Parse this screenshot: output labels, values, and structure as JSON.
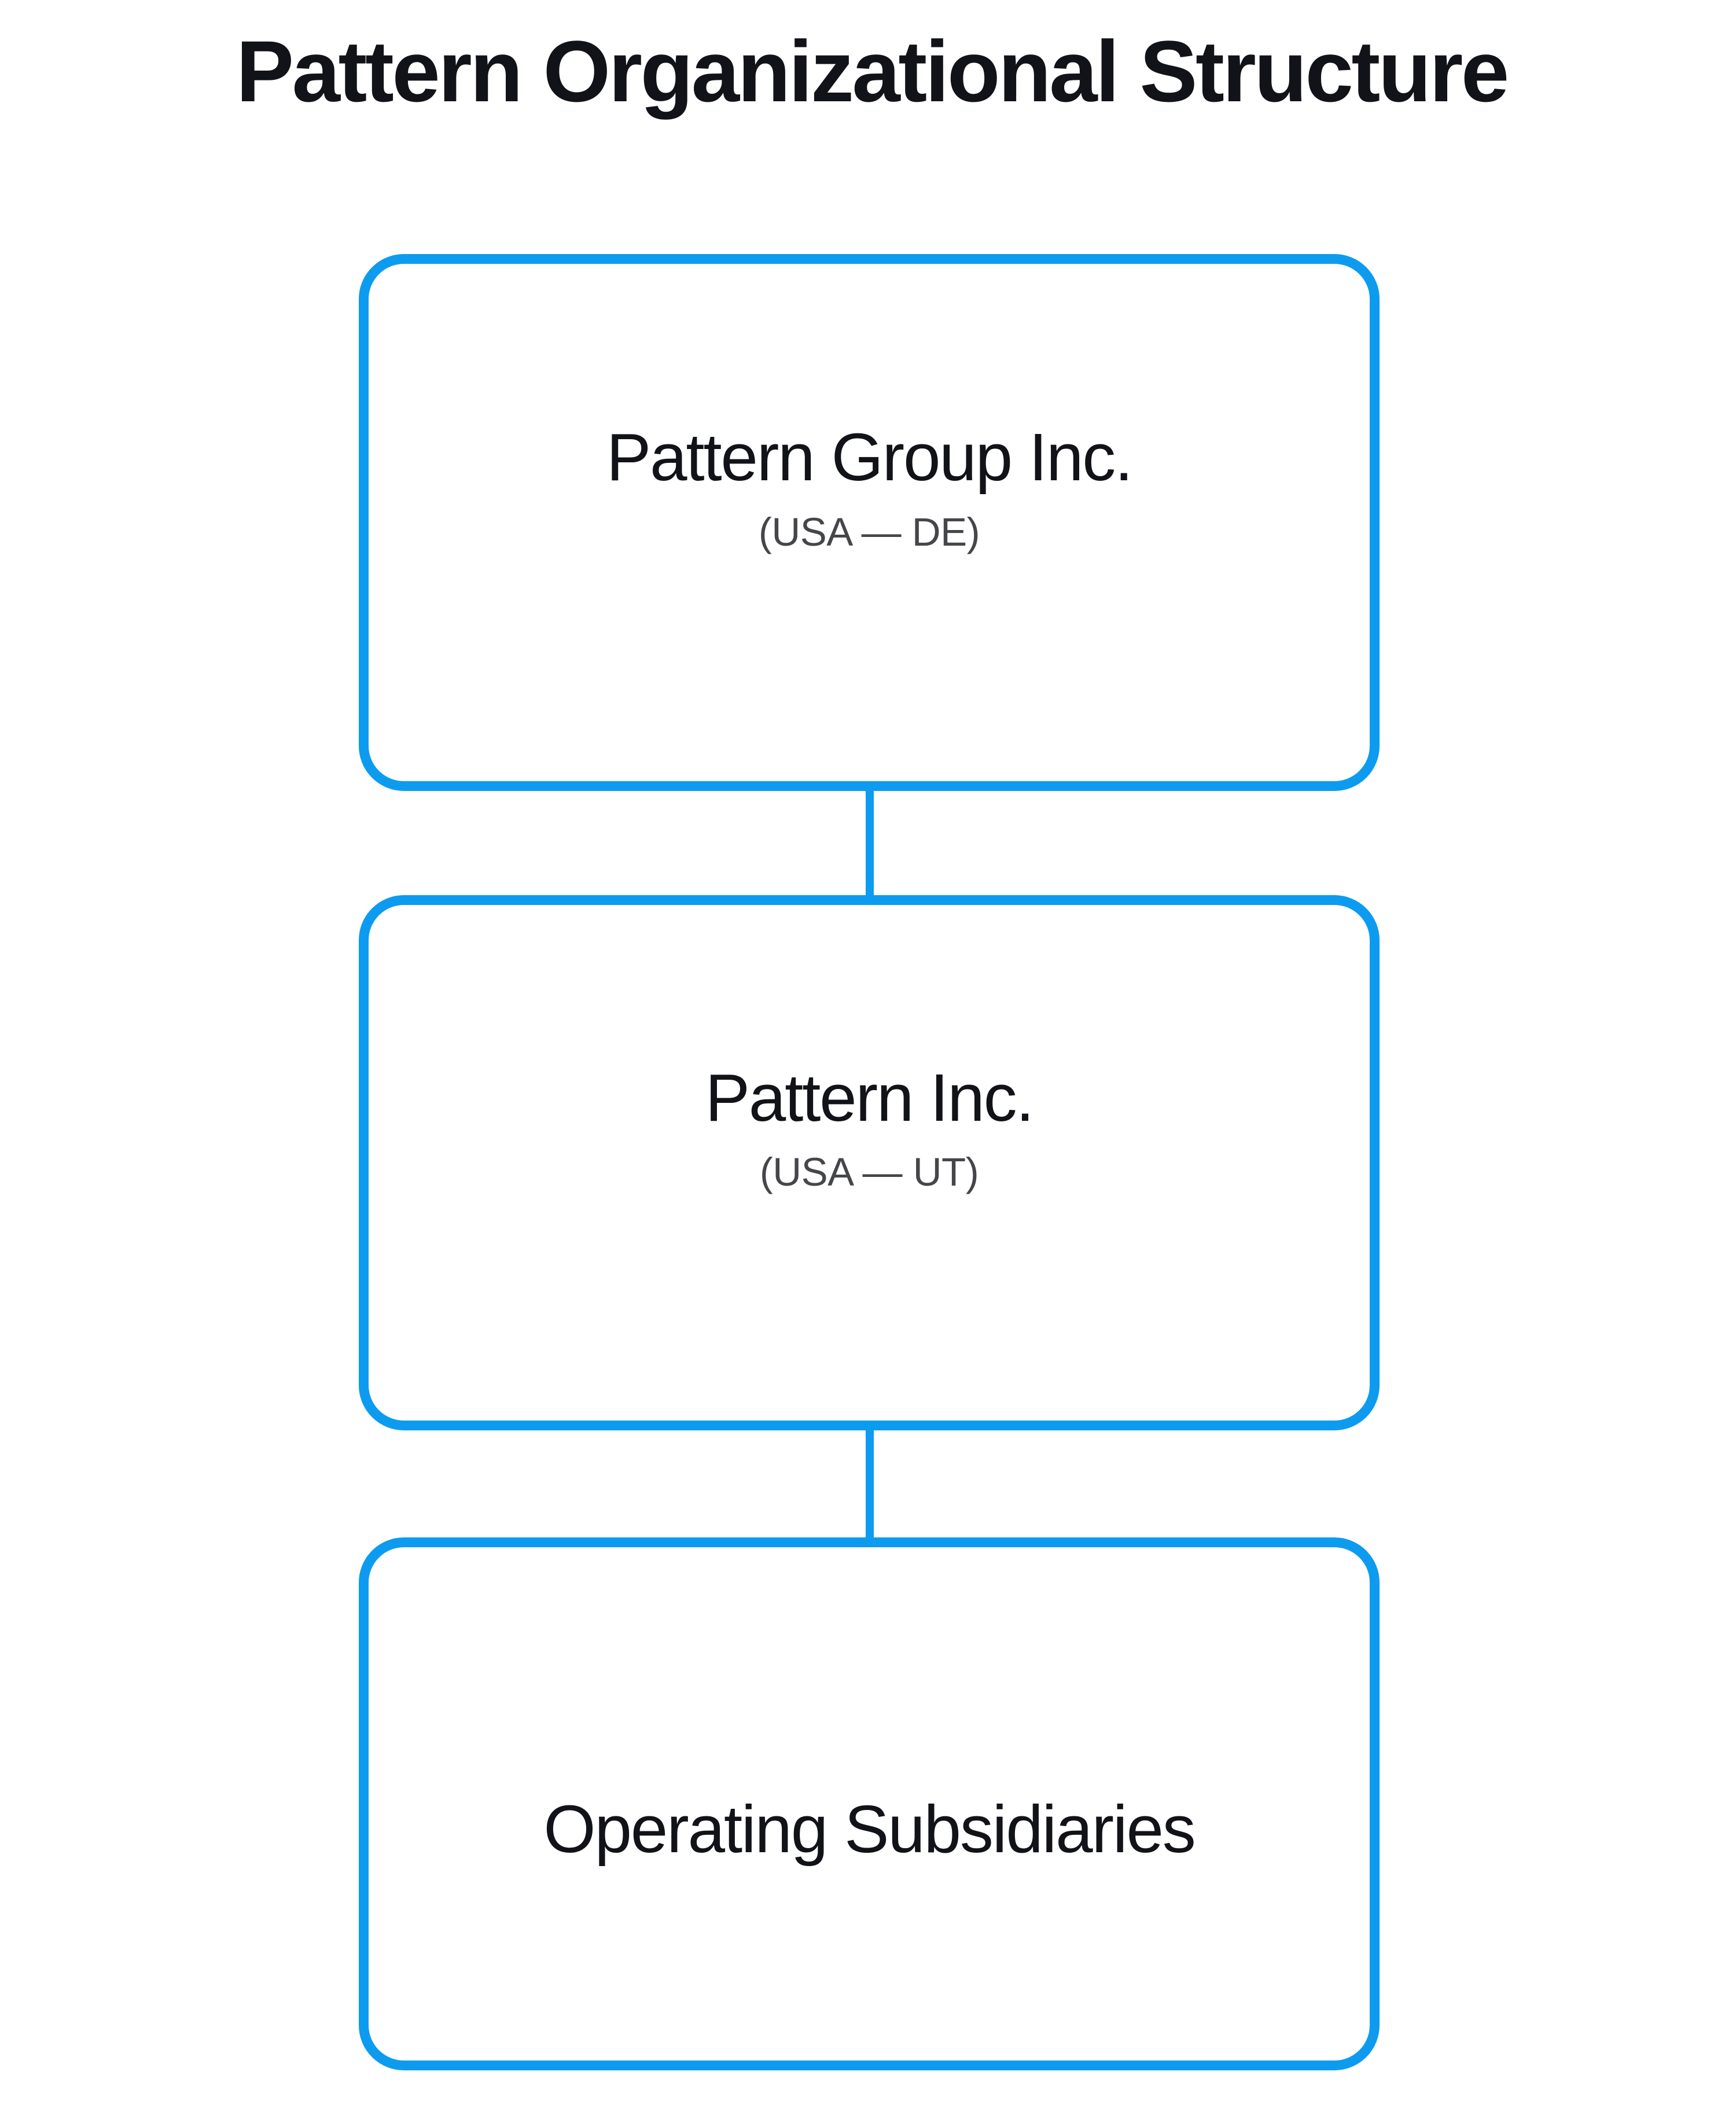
{
  "page": {
    "title": "Pattern Organizational Structure",
    "background_color": "#ffffff",
    "title_color": "#111318"
  },
  "theme": {
    "accent_color": "#0D9BF0",
    "node_border_color": "#0D9BF0",
    "node_fill_color": "#ffffff",
    "node_title_color": "#111318",
    "node_subtitle_color": "#45464a",
    "connector_color": "#0D9BF0"
  },
  "chart_data": {
    "type": "diagram",
    "diagram_kind": "organizational-hierarchy",
    "title": "Pattern Organizational Structure",
    "orientation": "vertical",
    "nodes": [
      {
        "id": "pattern-group-inc",
        "level": 0,
        "label": "Pattern Group Inc.",
        "sublabel": "(USA — DE)",
        "jurisdiction_country": "USA",
        "jurisdiction_state": "DE"
      },
      {
        "id": "pattern-inc",
        "level": 1,
        "label": "Pattern Inc.",
        "sublabel": "(USA — UT)",
        "jurisdiction_country": "USA",
        "jurisdiction_state": "UT"
      },
      {
        "id": "operating-subsidiaries",
        "level": 2,
        "label": "Operating Subsidiaries",
        "sublabel": "",
        "jurisdiction_country": "",
        "jurisdiction_state": ""
      }
    ],
    "edges": [
      {
        "from": "pattern-group-inc",
        "to": "pattern-inc",
        "style": "straight-line"
      },
      {
        "from": "pattern-inc",
        "to": "operating-subsidiaries",
        "style": "straight-line"
      }
    ]
  }
}
